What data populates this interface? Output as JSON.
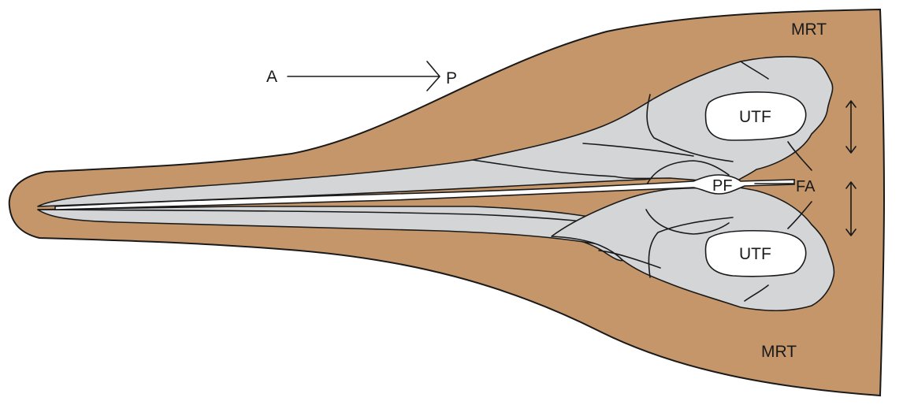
{
  "labels": {
    "mrt_top": "MRT",
    "mrt_bottom": "MRT",
    "anterior": "A",
    "posterior": "P",
    "utf_top": "UTF",
    "utf_bottom": "UTF",
    "pf": "PF",
    "fa": "FA"
  },
  "colors": {
    "soft_tissue": "#c4966a",
    "bone": "#d4d5d7",
    "outline": "#1a1a1a",
    "opening": "#ffffff"
  }
}
